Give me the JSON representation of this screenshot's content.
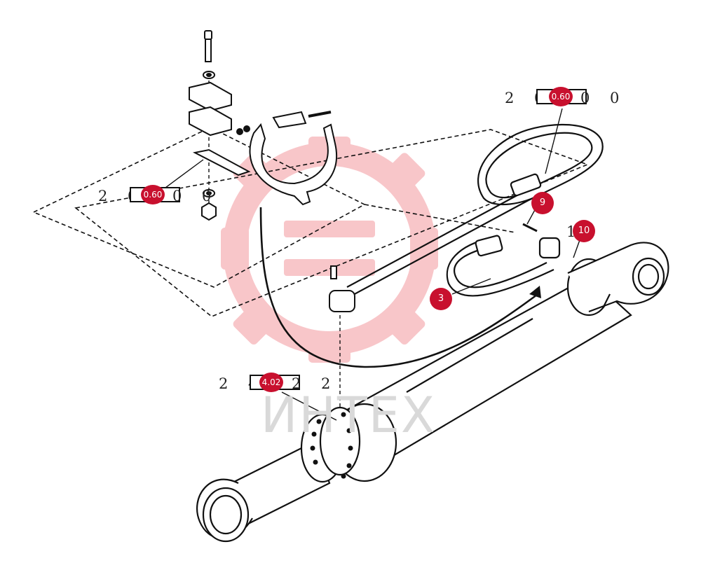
{
  "watermark": {
    "text": "ИНТЕХ",
    "color": "#f4a7ad"
  },
  "refs": [
    {
      "id": "ref-top-right",
      "prefix": "2 0",
      "suffix": "0 0",
      "badge": "0.60"
    },
    {
      "id": "ref-left",
      "prefix": "2 0",
      "suffix": "0 0",
      "badge": "0.60"
    },
    {
      "id": "ref-bottom",
      "prefix": "2 4",
      "suffix": "2 2",
      "badge": "4.02"
    }
  ],
  "callouts": [
    {
      "label": "9"
    },
    {
      "label": "3"
    },
    {
      "label": "10",
      "prefix": "1"
    }
  ],
  "colors": {
    "badge": "#c8102e",
    "line": "#111111"
  }
}
